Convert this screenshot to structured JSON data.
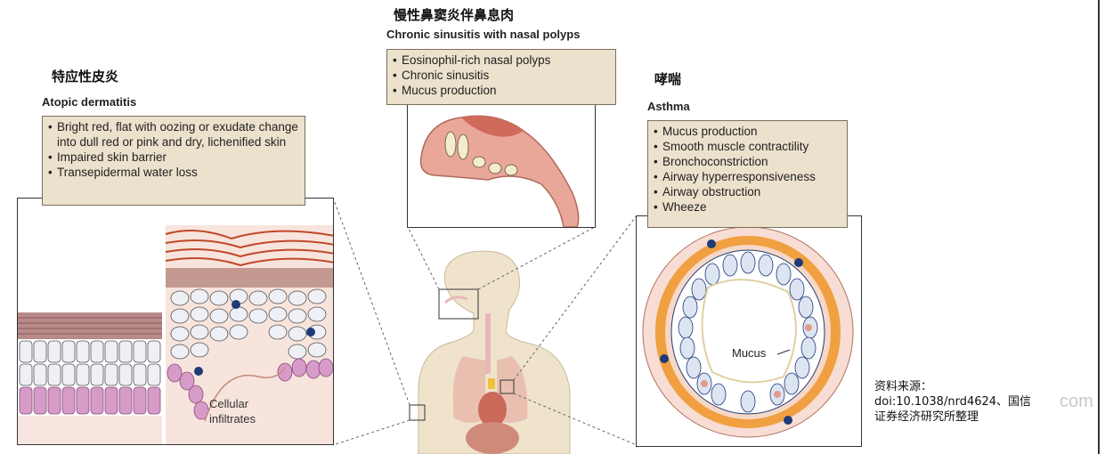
{
  "sections": {
    "crswnp": {
      "title_zh": "慢性鼻窦炎伴鼻息肉",
      "title_en": "Chronic sinusitis with nasal polyps",
      "bullets": [
        "Eosinophil-rich nasal polyps",
        "Chronic sinusitis",
        "Mucus production"
      ]
    },
    "ad": {
      "title_zh": "特应性皮炎",
      "title_en": "Atopic dermatitis",
      "bullets": [
        "Bright red, flat with oozing or exudate change into dull red or pink and dry, lichenified skin",
        "Impaired skin barrier",
        "Transepidermal water loss"
      ],
      "label_cells": "Cellular infiltrates"
    },
    "asthma": {
      "title_zh": "哮喘",
      "title_en": "Asthma",
      "bullets": [
        "Mucus production",
        "Smooth muscle contractility",
        "Bronchoconstriction",
        "Airway hyperresponsiveness",
        "Airway obstruction",
        "Wheeze"
      ],
      "label_mucus": "Mucus"
    }
  },
  "source": {
    "line1": "资料来源：",
    "line2": "doi:10.1038/nrd4624、国信",
    "line3": "证券经济研究所整理",
    "watermark": "com"
  },
  "colors": {
    "box_fill": "#ece1cc",
    "skin_pink": "#d79bc8",
    "airway_orange": "#f0a040",
    "cell_nucleus": "#1e3a78",
    "body_beige": "#efe3cc"
  }
}
